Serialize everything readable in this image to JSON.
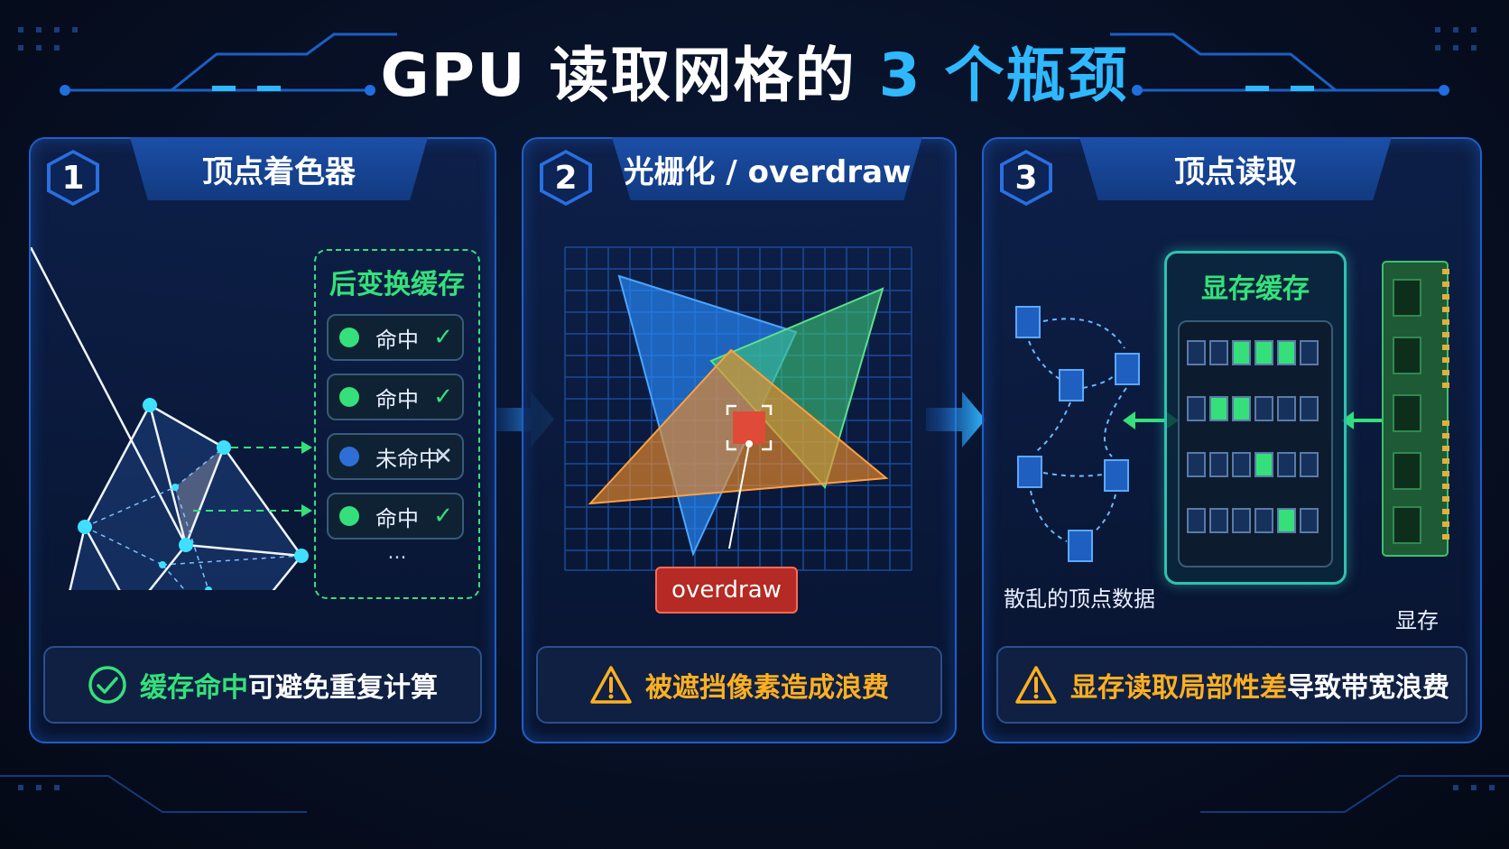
{
  "title": {
    "main": "GPU 读取网格的",
    "accent": "3 个瓶颈"
  },
  "colors": {
    "accent": "#2fb8ff",
    "hit": "#35e07a",
    "warning": "#ffb020",
    "overdraw": "#d63a30"
  },
  "panels": [
    {
      "number": "1",
      "title": "顶点着色器",
      "cache_title": "后变换缓存",
      "cache_rows": [
        {
          "label": "命中",
          "status": "hit",
          "mark": "✓"
        },
        {
          "label": "命中",
          "status": "hit",
          "mark": "✓"
        },
        {
          "label": "未命中",
          "status": "miss",
          "mark": "✕"
        },
        {
          "label": "命中",
          "status": "hit",
          "mark": "✓"
        }
      ],
      "cache_more": "...",
      "footer": {
        "icon": "check-circle-icon",
        "highlight": "缓存命中",
        "rest": "可避免重复计算"
      }
    },
    {
      "number": "2",
      "title": "光栅化 / overdraw",
      "overdraw_label": "overdraw",
      "footer": {
        "icon": "warning-icon",
        "text": "被遮挡像素造成浪费"
      }
    },
    {
      "number": "3",
      "title": "顶点读取",
      "vram_cache_title": "显存缓存",
      "scattered_label": "散乱的顶点数据",
      "vram_label": "显存",
      "cache_lines": [
        [
          0,
          0,
          1,
          1,
          1,
          0
        ],
        [
          0,
          1,
          1,
          0,
          0,
          0
        ],
        [
          0,
          0,
          0,
          1,
          0,
          0
        ],
        [
          0,
          0,
          0,
          0,
          1,
          0
        ]
      ],
      "footer": {
        "icon": "warning-icon",
        "highlight": "显存读取局部性差",
        "rest": "导致带宽浪费"
      }
    }
  ]
}
